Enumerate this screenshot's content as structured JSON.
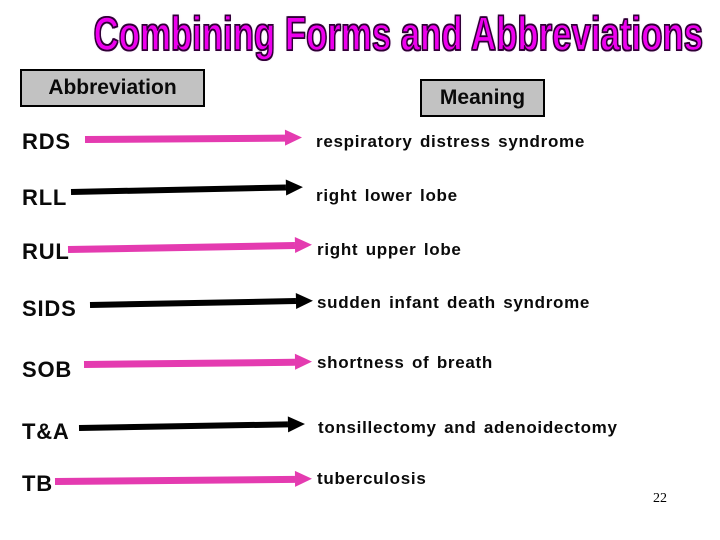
{
  "slide": {
    "title": "Combining Forms and Abbreviations",
    "headers": {
      "abbreviation": "Abbreviation",
      "meaning": "Meaning"
    },
    "rows": [
      {
        "abbr": "RDS",
        "meaning": "respiratory distress syndrome",
        "arrow_color": "pink"
      },
      {
        "abbr": "RLL",
        "meaning": "right lower lobe",
        "arrow_color": "black"
      },
      {
        "abbr": "RUL",
        "meaning": "right upper lobe",
        "arrow_color": "pink"
      },
      {
        "abbr": "SIDS",
        "meaning": "sudden infant death syndrome",
        "arrow_color": "black"
      },
      {
        "abbr": "SOB",
        "meaning": "shortness of breath",
        "arrow_color": "pink"
      },
      {
        "abbr": "T&A",
        "meaning": "tonsillectomy and adenoidectomy",
        "arrow_color": "black"
      },
      {
        "abbr": "TB",
        "meaning": "tuberculosis",
        "arrow_color": "pink"
      }
    ],
    "page_number": "22",
    "colors": {
      "title_fill": "#ee00ee",
      "title_outline": "#2d0033",
      "arrow_pink": "#e43bb0",
      "arrow_black": "#000000",
      "header_bg": "#c2c2c2",
      "header_border": "#000000",
      "background": "#ffffff"
    }
  }
}
